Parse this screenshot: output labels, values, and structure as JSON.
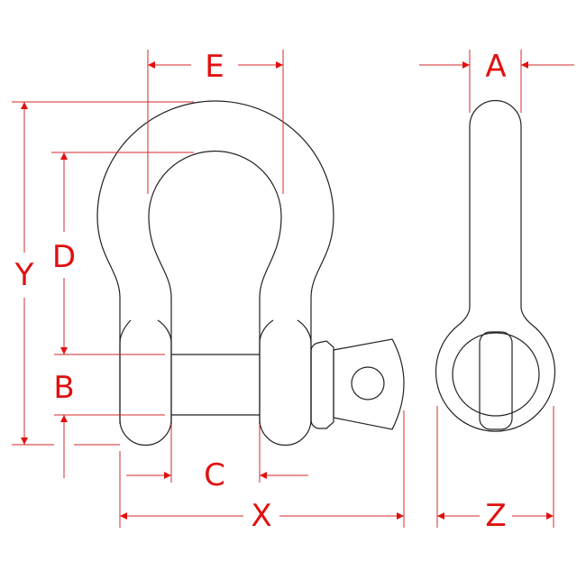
{
  "colors": {
    "dimension": "#e01010",
    "outline": "#222222"
  },
  "labels": {
    "E": "E",
    "A": "A",
    "Y": "Y",
    "D": "D",
    "B": "B",
    "C": "C",
    "X": "X",
    "Z": "Z"
  }
}
